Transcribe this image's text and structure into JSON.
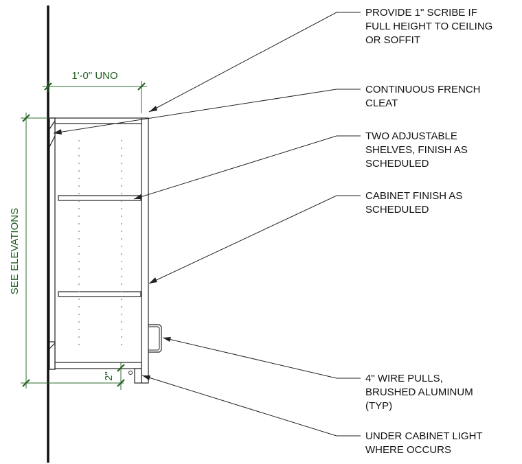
{
  "dimensions": {
    "depth": "1'-0\" UNO",
    "height": "SEE ELEVATIONS",
    "light_gap": "2\""
  },
  "notes": [
    {
      "id": "scribe",
      "lines": [
        "PROVIDE 1\" SCRIBE IF",
        "FULL HEIGHT TO CEILING",
        "OR SOFFIT"
      ]
    },
    {
      "id": "cleat",
      "lines": [
        "CONTINUOUS FRENCH",
        "CLEAT"
      ]
    },
    {
      "id": "shelves",
      "lines": [
        "TWO ADJUSTABLE",
        "SHELVES, FINISH AS",
        "SCHEDULED"
      ]
    },
    {
      "id": "finish",
      "lines": [
        "CABINET FINISH AS",
        "SCHEDULED"
      ]
    },
    {
      "id": "pulls",
      "lines": [
        "4\" WIRE PULLS,",
        "BRUSHED ALUMINUM",
        "(TYP)"
      ]
    },
    {
      "id": "light",
      "lines": [
        "UNDER CABINET LIGHT",
        "WHERE OCCURS"
      ]
    }
  ],
  "colors": {
    "linework": "#222222",
    "dimension": "#2e6b2e"
  }
}
